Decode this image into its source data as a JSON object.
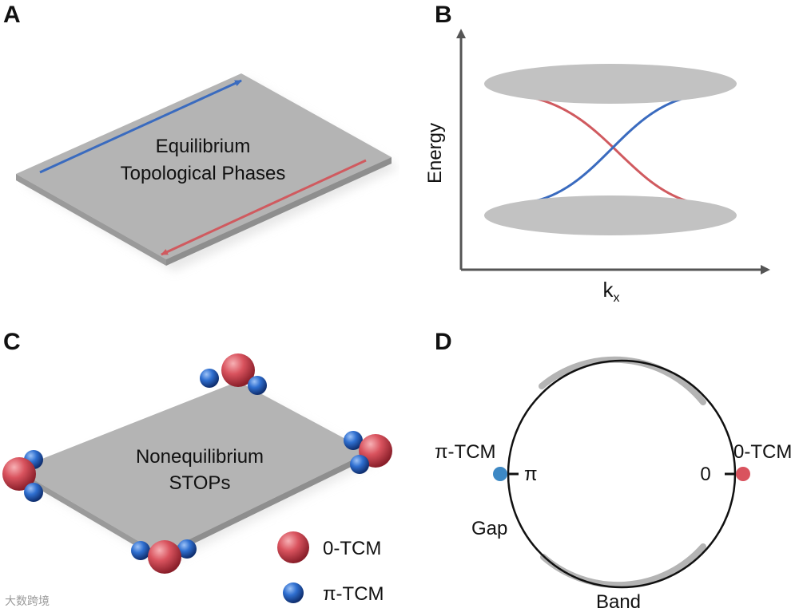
{
  "panels": {
    "a": {
      "label": "A",
      "title_line1": "Equilibrium",
      "title_line2": "Topological Phases",
      "colors": {
        "slab": "#b4b4b4",
        "top_edge_arrow": "#3a6bbf",
        "bottom_edge_arrow": "#d05a5f"
      }
    },
    "b": {
      "label": "B",
      "ylabel": "Energy",
      "xlabel": "k",
      "xlabel_sub": "x",
      "colors": {
        "bands": "#c2c2c2",
        "blue_state": "#3a6bbf",
        "red_state": "#d05a5f"
      }
    },
    "c": {
      "label": "C",
      "title_line1": "Nonequilibrium",
      "title_line2": "STOPs",
      "legend": [
        {
          "label": "0-TCM",
          "color": "#d9535e"
        },
        {
          "label": "π-TCM",
          "color": "#2f6fd0"
        }
      ]
    },
    "d": {
      "label": "D",
      "left_mode": "π-TCM",
      "right_mode": "0-TCM",
      "pi_tick": "π",
      "zero_tick": "0",
      "gap_label": "Gap",
      "band_label": "Band",
      "colors": {
        "pi_dot": "#3d88c4",
        "zero_dot": "#d9535e",
        "band_arc": "#b4b4b4"
      }
    }
  },
  "watermark": "大数跨境"
}
